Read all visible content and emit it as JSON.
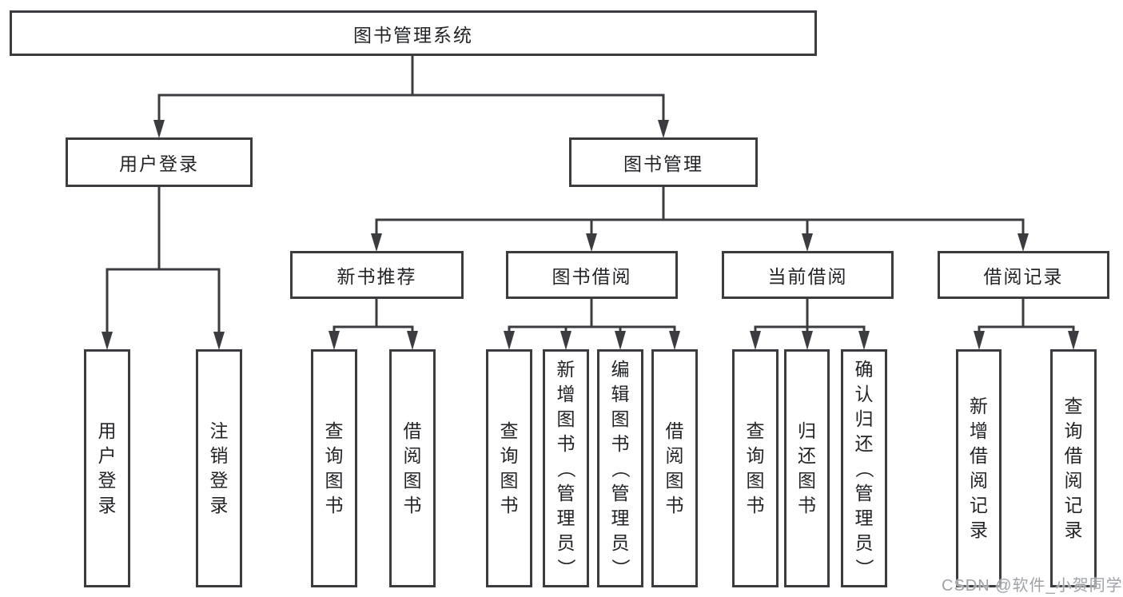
{
  "diagram": {
    "title": "图书管理系统",
    "level2": {
      "user_login": "用户登录",
      "book_management": "图书管理"
    },
    "level3": {
      "new_book_recommend": "新书推荐",
      "book_borrow": "图书借阅",
      "current_borrow": "当前借阅",
      "borrow_records": "借阅记录"
    },
    "leaves": {
      "user_login": "用户登录",
      "logout": "注销登录",
      "recommend_query_books": "查询图书",
      "recommend_borrow_books": "借阅图书",
      "borrow_query_books": "查询图书",
      "borrow_add_books": "新增图书（管理员）",
      "borrow_edit_books": "编辑图书（管理员）",
      "borrow_borrow_books": "借阅图书",
      "current_query_books": "查询图书",
      "current_return_books": "归还图书",
      "current_confirm_return": "确认归还（管理员）",
      "records_add_record": "新增借阅记录",
      "records_query_record": "查询借阅记录"
    },
    "watermark": "CSDN @软件_小贺同学",
    "colors": {
      "line": "#3a3c3f",
      "text": "#222427",
      "watermark": "#9fa3a8",
      "background": "#ffffff"
    }
  }
}
